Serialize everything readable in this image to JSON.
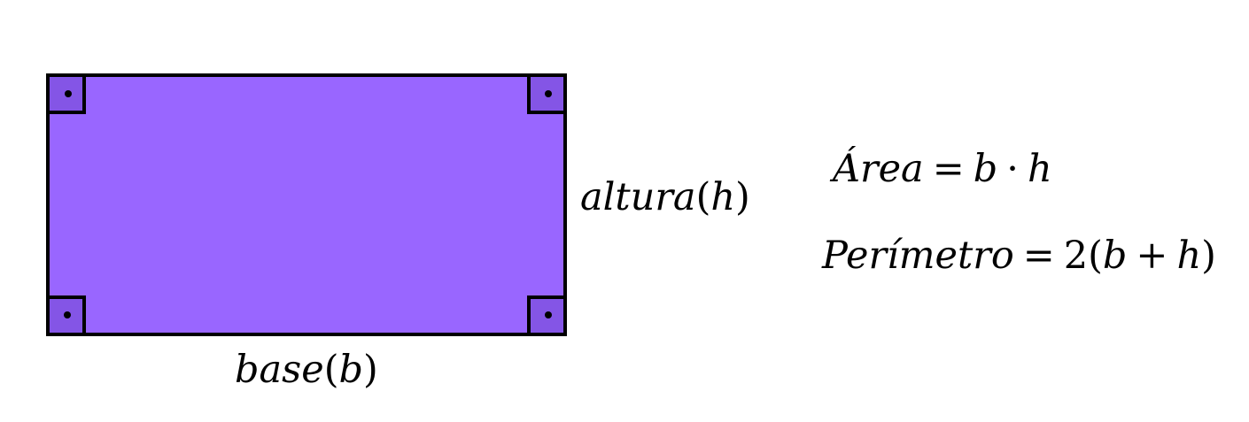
{
  "labels": {
    "height_word": "altura",
    "height_symbol": "h",
    "base_word": "base",
    "base_symbol": "b"
  },
  "formulas": {
    "area_name": "Área",
    "area_rhs_b": "b",
    "area_rhs_h": "h",
    "perimeter_name": "Perímetro",
    "perimeter_factor": "2",
    "perimeter_b": "b",
    "perimeter_h": "h"
  },
  "colors": {
    "rectangle_fill": "#9966ff",
    "right_angle_fill": "#8455e6",
    "stroke": "#000000"
  },
  "marks": {
    "right_angle_count": 4
  }
}
